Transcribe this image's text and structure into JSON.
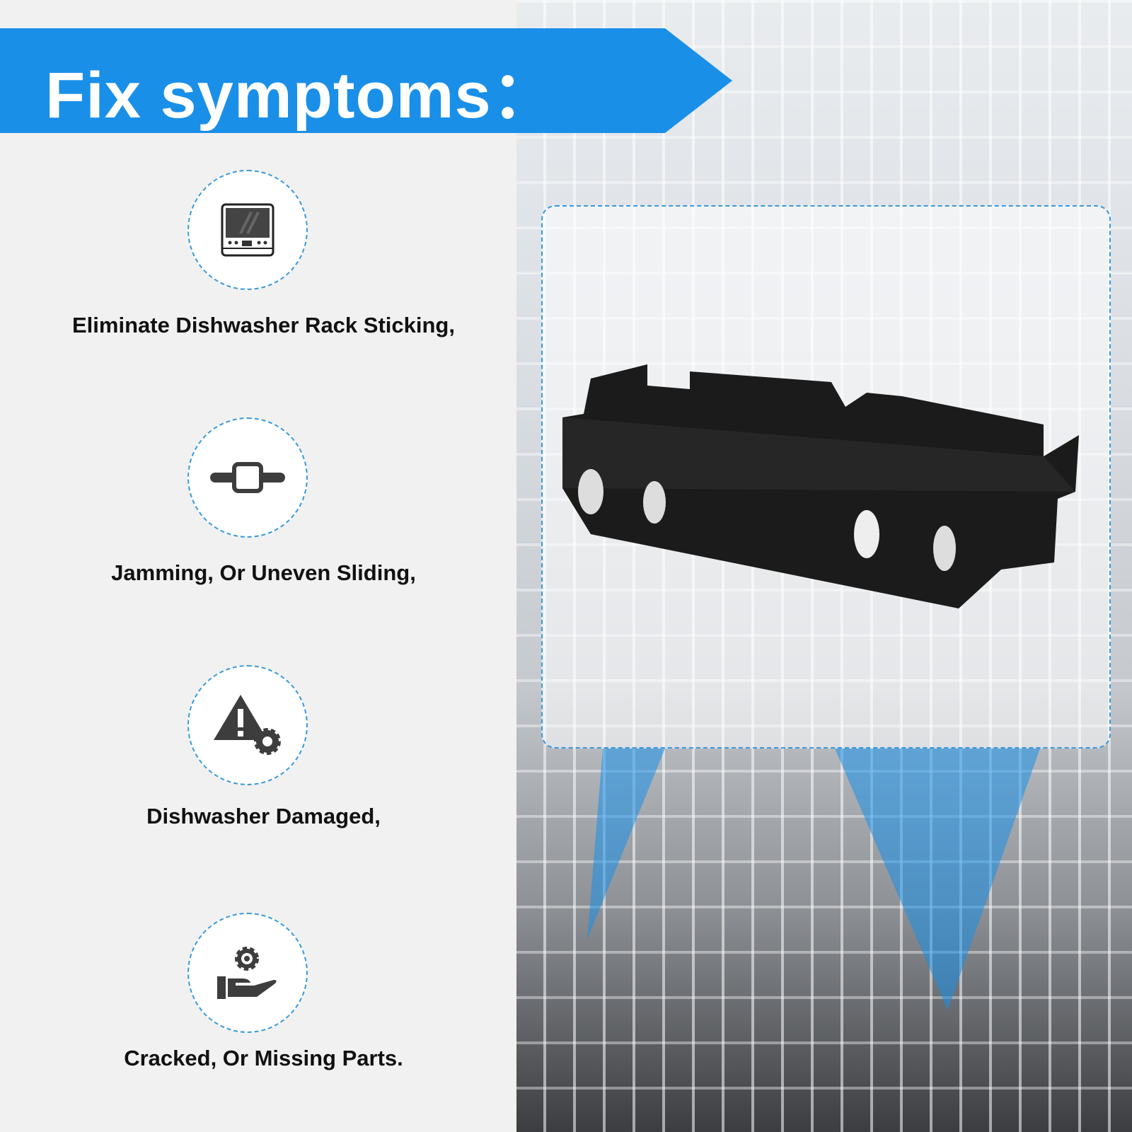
{
  "banner": {
    "title": "Fix symptoms："
  },
  "symptoms": [
    {
      "icon": "dishwasher-icon",
      "label": "Eliminate Dishwasher Rack Sticking,"
    },
    {
      "icon": "slider-icon",
      "label": "Jamming, Or Uneven Sliding,"
    },
    {
      "icon": "warning-gear-icon",
      "label": "Dishwasher Damaged,"
    },
    {
      "icon": "hand-gear-icon",
      "label": "Cracked, Or Missing Parts."
    }
  ],
  "colors": {
    "accent": "#1a8fe8",
    "text": "#111111",
    "icon": "#3d3d3d"
  }
}
